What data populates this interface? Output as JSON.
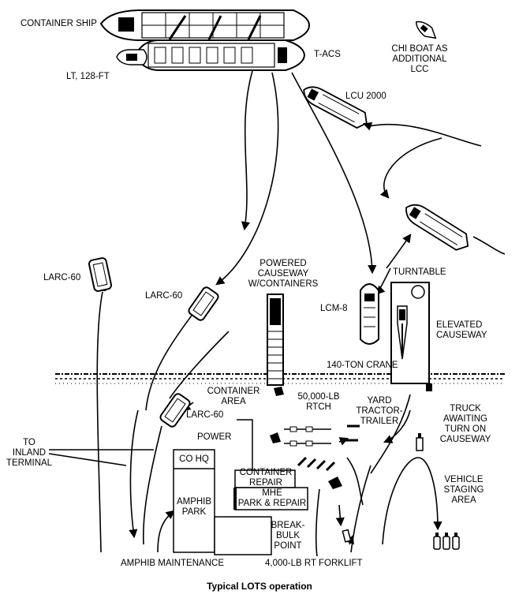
{
  "labels": {
    "container_ship": "CONTAINER SHIP",
    "t_acs": "T-ACS",
    "lt": "LT, 128-FT",
    "chi_boat": [
      "CHI BOAT AS",
      "ADDITIONAL",
      "LCC"
    ],
    "lcu": "LCU 2000",
    "larc_left": "LARC-60",
    "larc_mid": "LARC-60",
    "larc_low": "LARC-60",
    "powered_causeway": [
      "POWERED",
      "CAUSEWAY",
      "W/CONTAINERS"
    ],
    "turntable": "TURNTABLE",
    "lcm": "LCM-8",
    "elevated_causeway": [
      "ELEVATED",
      "CAUSEWAY"
    ],
    "crane": "140-TON CRANE",
    "container_area": [
      "CONTAINER",
      "AREA"
    ],
    "rtch": [
      "50,000-LB",
      "RTCH"
    ],
    "yard_tractor": [
      "YARD",
      "TRACTOR-",
      "TRAILER"
    ],
    "truck_awaiting": [
      "TRUCK",
      "AWAITING",
      "TURN ON",
      "CAUSEWAY"
    ],
    "to_inland": [
      "TO",
      "INLAND",
      "TERMINAL"
    ],
    "power": "POWER",
    "co_hq": "CO HQ",
    "container_repair": [
      "CONTAINER",
      "REPAIR"
    ],
    "mhe": [
      "MHE",
      "PARK & REPAIR"
    ],
    "amphib_park": [
      "AMPHIB",
      "PARK"
    ],
    "vehicle_staging": [
      "VEHICLE",
      "STAGING",
      "AREA"
    ],
    "breakbulk": [
      "BREAK-",
      "BULK",
      "POINT"
    ],
    "amphib_maintenance": "AMPHIB MAINTENANCE",
    "forklift": "4,000-LB RT FORKLIFT"
  },
  "caption": "Typical LOTS operation"
}
